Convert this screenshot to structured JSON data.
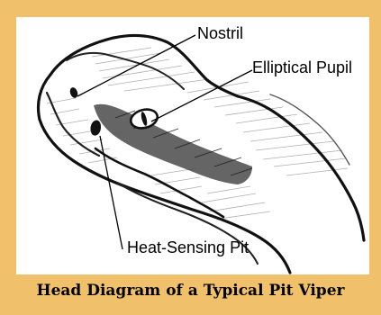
{
  "caption": "Head Diagram of a Typical Pit Viper",
  "labels": {
    "nostril": "Nostril",
    "pupil": "Elliptical Pupil",
    "pit": "Heat-Sensing Pit"
  },
  "colors": {
    "frame": "#f1c06a",
    "panel": "#ffffff",
    "ink": "#000000"
  }
}
